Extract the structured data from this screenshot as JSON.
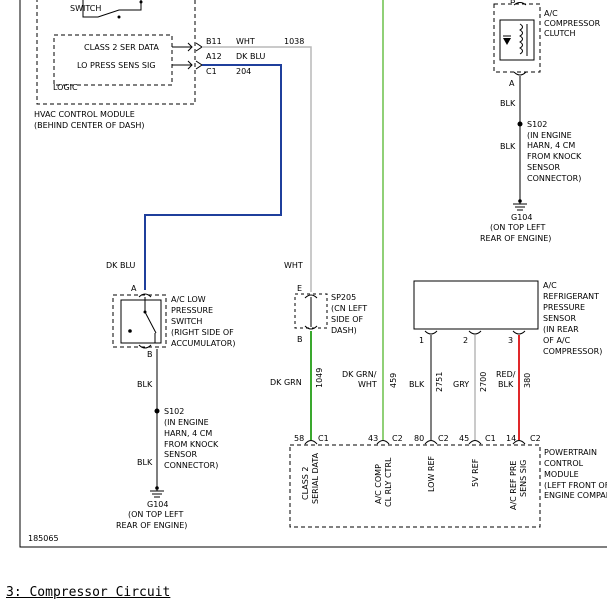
{
  "hvac": {
    "switch_top": "SWITCH",
    "class2_label": "CLASS 2 SER DATA",
    "lo_press_label": "LO PRESS SENS SIG",
    "logic": "LOGIC",
    "title": "HVAC CONTROL MODULE",
    "location": "(BEHIND CENTER OF DASH)",
    "pins": [
      {
        "pin": "B11",
        "color": "WHT",
        "circuit": "1038"
      },
      {
        "pin": "A12",
        "color": "DK BLU",
        "circuit": ""
      },
      {
        "pin": "C1",
        "color": "204",
        "circuit": ""
      }
    ]
  },
  "clutch": {
    "pin_top": "B",
    "pin_bottom": "A",
    "label": [
      "A/C",
      "COMPRESSOR",
      "CLUTCH"
    ],
    "wire": "BLK",
    "splice": "S102",
    "splice_desc": [
      "(IN ENGINE",
      "HARN, 4 CM",
      "FROM KNOCK",
      "SENSOR",
      "CONNECTOR)"
    ],
    "ground": "G104",
    "ground_desc": [
      "(ON TOP LEFT",
      "REAR OF ENGINE)"
    ]
  },
  "low_switch": {
    "wire_in": "DK BLU",
    "pin_top": "A",
    "pin_bottom": "B",
    "label": [
      "A/C LOW",
      "PRESSURE",
      "SWITCH",
      "(RIGHT SIDE OF",
      "ACCUMULATOR)"
    ],
    "wire_out": "BLK",
    "splice": "S102",
    "splice_desc": [
      "(IN ENGINE",
      "HARN, 4 CM",
      "FROM KNOCK",
      "SENSOR",
      "CONNECTOR)"
    ],
    "ground": "G104",
    "ground_desc": [
      "(ON TOP LEFT",
      "REAR OF ENGINE)"
    ]
  },
  "sp205": {
    "wire_in": "WHT",
    "pin_top": "E",
    "pin_bottom": "B",
    "label": [
      "SP205",
      "(CN LEFT",
      "SIDE OF",
      "DASH)"
    ]
  },
  "pressure_sensor": {
    "label": [
      "A/C",
      "REFRIGERANT",
      "PRESSURE",
      "SENSOR",
      "(IN REAR",
      "OF A/C",
      "COMPRESSOR)"
    ],
    "pins": [
      "1",
      "2",
      "3"
    ]
  },
  "wires": [
    {
      "color": "DK GRN",
      "circuit": "1049"
    },
    {
      "color": "DK GRN/",
      "color2": "WHT",
      "circuit": "459"
    },
    {
      "color": "BLK",
      "circuit": "2751"
    },
    {
      "color": "GRY",
      "circuit": "2700"
    },
    {
      "color": "RED/",
      "color2": "BLK",
      "circuit": "380"
    }
  ],
  "pcm": {
    "connectors": [
      {
        "pin": "58",
        "conn": "C1"
      },
      {
        "pin": "43",
        "conn": "C2"
      },
      {
        "pin": "80",
        "conn": "C2"
      },
      {
        "pin": "45",
        "conn": "C1"
      },
      {
        "pin": "14",
        "conn": "C2"
      }
    ],
    "labels": [
      [
        "CLASS 2",
        "SERIAL DATA"
      ],
      [
        "A/C COMP",
        "CL RLY CTRL"
      ],
      [
        "LOW REF"
      ],
      [
        "5V REF"
      ],
      [
        "A/C REF PRE",
        "SENS SIG"
      ]
    ],
    "title": [
      "POWERTRAIN",
      "CONTROL",
      "MODULE",
      "(LEFT FRONT OF",
      "ENGINE COMPARTMENT)"
    ]
  },
  "figure_number": "185065",
  "caption": "3: Compressor Circuit",
  "colors": {
    "dk_blu": "#1f3f9c",
    "green": "#3aa82e",
    "light_green": "#6cc04a",
    "red": "#e0282a",
    "gray": "#b9b9b9"
  }
}
